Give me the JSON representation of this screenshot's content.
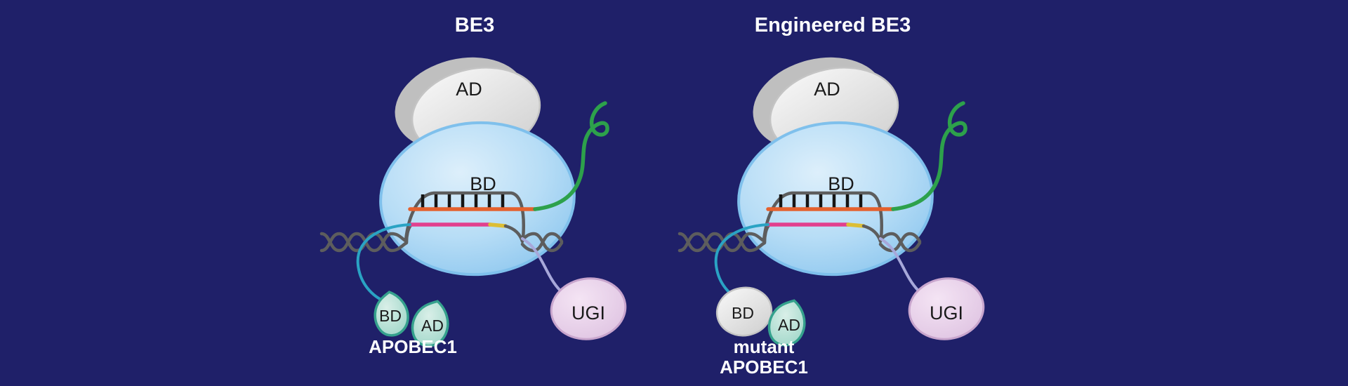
{
  "figure": {
    "diagrams": [
      {
        "title": "BE3",
        "cas9": {
          "ad_label": "AD",
          "bd_label": "BD"
        },
        "apobec1": {
          "bd_label": "BD",
          "ad_label": "AD",
          "name_lines": [
            "APOBEC1"
          ]
        },
        "ugi": {
          "label": "UGI"
        }
      },
      {
        "title": "Engineered BE3",
        "cas9": {
          "ad_label": "AD",
          "bd_label": "BD"
        },
        "apobec1": {
          "bd_label": "BD",
          "ad_label": "AD",
          "name_lines": [
            "mutant",
            "APOBEC1"
          ]
        },
        "ugi": {
          "label": "UGI"
        }
      }
    ]
  },
  "colors": {
    "background": "#1f2069",
    "cas9_fill_light": "#ddeffb",
    "cas9_fill_mid": "#b7ddf6",
    "cas9_fill_dark": "#8cc6ee",
    "cas9_stroke": "#7fc0ec",
    "ad_fill_light": "#f8f8f8",
    "ad_fill_dark": "#d6d6d6",
    "ad_stroke": "#c4c4c4",
    "ad_shadow": "#bfbfbf",
    "sgrna_green": "#2da14b",
    "dna_gray": "#5d5d5d",
    "tick_black": "#151515",
    "guide_orange": "#e4612e",
    "edited_strand_pink": "#e23f8e",
    "pam_yellow": "#dcbe35",
    "apobec_fill_light": "#d9efe8",
    "apobec_fill_dark": "#9ed6c8",
    "apobec_stroke": "#35a18d",
    "ugi_fill_light": "#f4e4f4",
    "ugi_fill_dark": "#dec2e1",
    "ugi_stroke": "#c8a5cd",
    "apobec_linker_teal": "#2aa3c4",
    "ugi_linker_lavender": "#a7a8da",
    "label_dark": "#1a1a1a",
    "label_light": "#ffffff"
  }
}
